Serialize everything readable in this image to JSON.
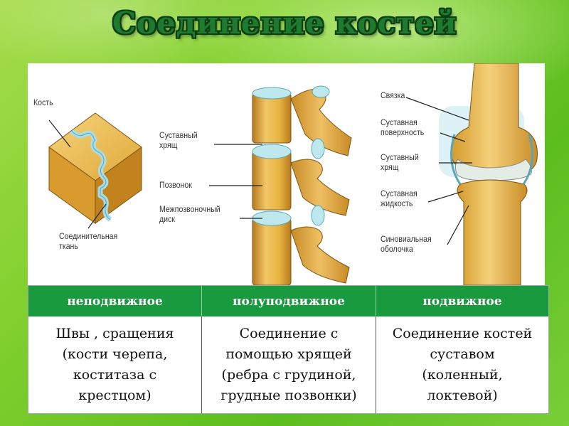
{
  "title": "Соединение костей",
  "figure": {
    "left_labels": [
      "Кость",
      "Соединительная\nткань"
    ],
    "middle_labels": [
      "Суставный\nхрящ",
      "Позвонок",
      "Межпозвоночный\nдиск"
    ],
    "right_labels": [
      "Связка",
      "Суставная\nповерхность",
      "Суставный\nхрящ",
      "Суставная\nжидкость",
      "Синовиальная\nоболочка"
    ]
  },
  "table": {
    "headers": [
      "неподвижное",
      "полуподвижное",
      "подвижное"
    ],
    "cells": [
      "Швы , сращения\n(кости черепа,\nкоститаза с\nкрестцом)",
      "Соединение с\nпомощью хрящей\n(ребра с грудиной,\nгрудные позвонки)",
      "Соединение костей\nсуставом\n(коленный,\nлоктевой)"
    ]
  },
  "colors": {
    "background": "#7fcf2e",
    "title": "#1d7a2f",
    "table_header": "#199a3f",
    "bone": "#e8b43a",
    "cartilage": "#bfe8ee"
  }
}
